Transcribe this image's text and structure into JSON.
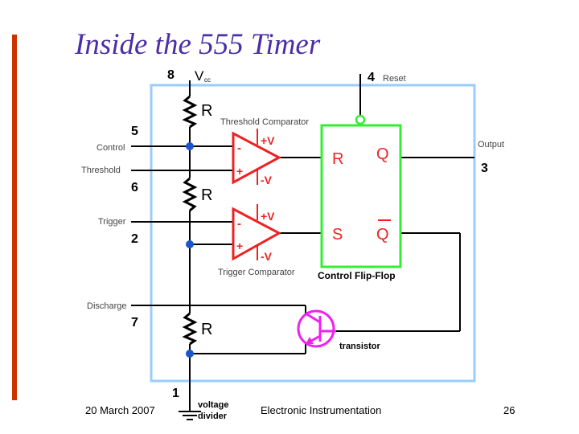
{
  "slide": {
    "title": "Inside the 555 Timer",
    "footer_date": "20 March 2007",
    "footer_course": "Electronic Instrumentation",
    "page_number": "26"
  },
  "pins": {
    "vcc_number": "8",
    "vcc_label": "V",
    "vcc_sub": "cc",
    "reset_number": "4",
    "reset_label": "Reset",
    "control_number": "5",
    "control_label": "Control",
    "threshold_number": "6",
    "threshold_label": "Threshold",
    "trigger_number": "2",
    "trigger_label": "Trigger",
    "discharge_number": "7",
    "discharge_label": "Discharge",
    "output_number": "3",
    "output_label": "Output",
    "ground_number": "1"
  },
  "components": {
    "resistor_label": "R",
    "threshold_comparator": "Threshold Comparator",
    "trigger_comparator": "Trigger Comparator",
    "plus_v": "+V",
    "minus_v": "-V",
    "minus_sign": "-",
    "plus_sign": "+",
    "flipflop_r": "R",
    "flipflop_s": "S",
    "flipflop_q": "Q",
    "flipflop_qbar": "Q",
    "flipflop_label": "Control Flip-Flop",
    "transistor_label": "transistor",
    "voltage_divider_line1": "voltage",
    "voltage_divider_line2": "divider"
  },
  "colors": {
    "chip_outline": "#99ccff",
    "comparator": "#ee2222",
    "flipflop": "#33ee33",
    "transistor": "#ee22ee",
    "wire": "#000000",
    "node": "#1a55cc",
    "title": "#4b2ea6",
    "accent_bar": "#cc3300"
  }
}
